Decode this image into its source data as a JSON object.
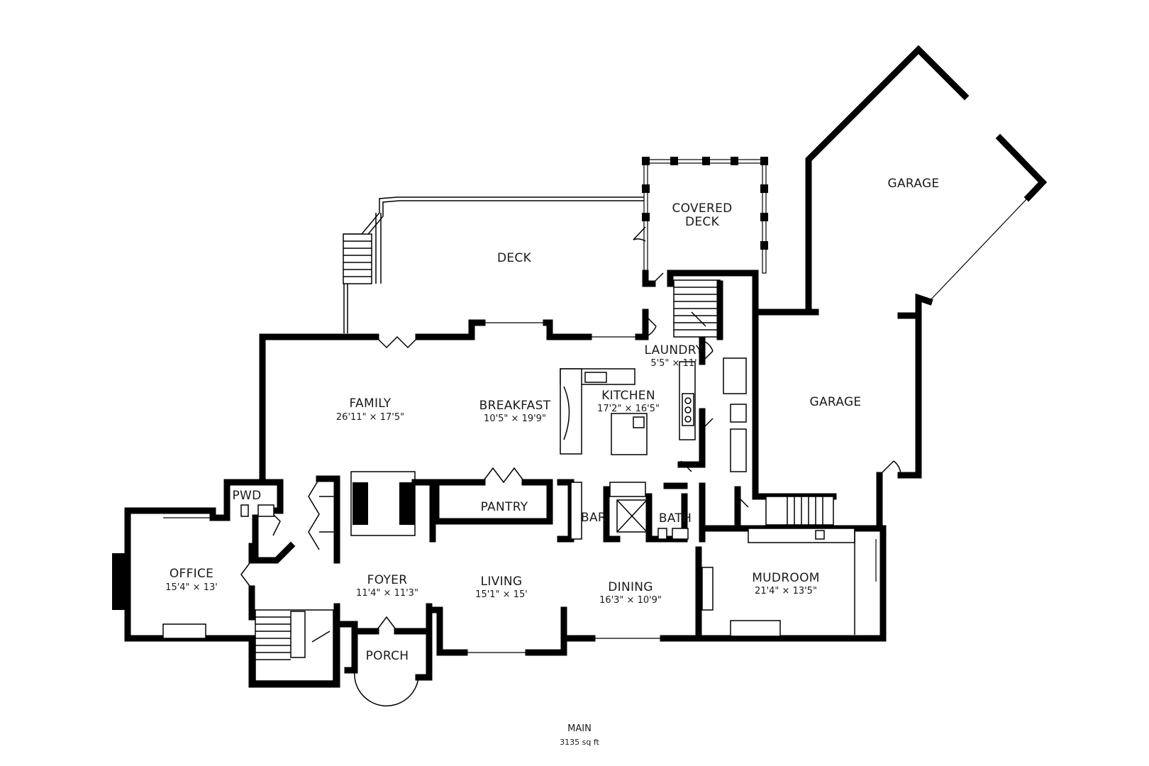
{
  "floor": {
    "name": "MAIN",
    "area": "3135 sq ft"
  },
  "rooms": {
    "deck": {
      "name": "DECK"
    },
    "covered_deck": {
      "line1": "COVERED",
      "line2": "DECK"
    },
    "garage_upper": {
      "name": "GARAGE"
    },
    "garage_lower": {
      "name": "GARAGE"
    },
    "laundry": {
      "name": "LAUNDRY",
      "dim": "5'5\" × 11'"
    },
    "family": {
      "name": "FAMILY",
      "dim": "26'11\" × 17'5\""
    },
    "breakfast": {
      "name": "BREAKFAST",
      "dim": "10'5\" × 19'9\""
    },
    "kitchen": {
      "name": "KITCHEN",
      "dim": "17'2\" × 16'5\""
    },
    "pwd": {
      "name": "PWD"
    },
    "pantry": {
      "name": "PANTRY"
    },
    "bar": {
      "name": "BAR"
    },
    "bath": {
      "name": "BATH"
    },
    "office": {
      "name": "OFFICE",
      "dim": "15'4\" × 13'"
    },
    "foyer": {
      "name": "FOYER",
      "dim": "11'4\" × 11'3\""
    },
    "living": {
      "name": "LIVING",
      "dim": "15'1\" × 15'"
    },
    "dining": {
      "name": "DINING",
      "dim": "16'3\" × 10'9\""
    },
    "mudroom": {
      "name": "MUDROOM",
      "dim": "21'4\" × 13'5\""
    },
    "porch": {
      "name": "PORCH"
    }
  }
}
